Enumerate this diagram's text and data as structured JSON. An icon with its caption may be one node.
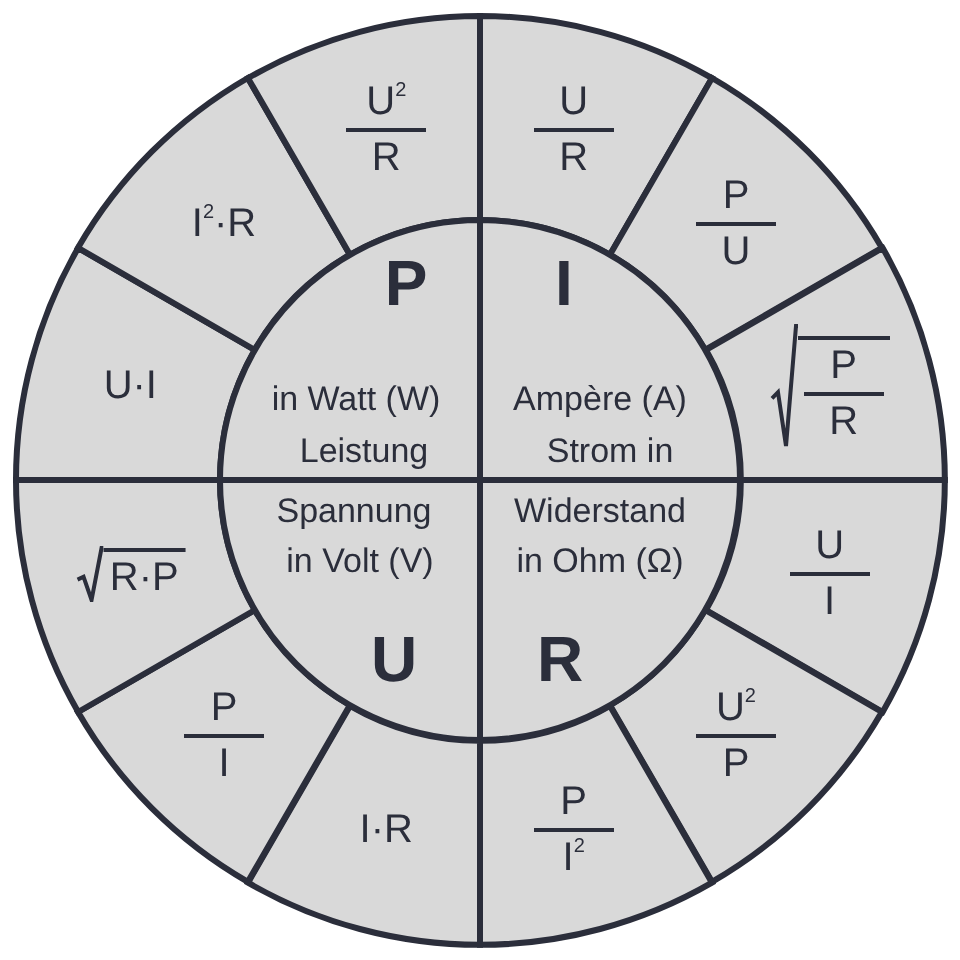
{
  "diagram": {
    "nodes": [
      {
        "text": [
          "U",
          "R"
        ]
      },
      {
        "text": [
          "P",
          "U"
        ]
      },
      {
        "text": [
          "P",
          "R"
        ]
      },
      {
        "text": [
          "U",
          "I"
        ]
      },
      {
        "text": [
          "U$^{2}$",
          "P"
        ]
      },
      {
        "text": [
          "P",
          "I$^{2}$"
        ]
      },
      {
        "text": [
          "I·R"
        ]
      },
      {
        "text": [
          "P",
          "I"
        ]
      },
      {
        "text": [
          "R·P"
        ]
      },
      {
        "text": [
          "U·I"
        ]
      },
      {
        "text": [
          "I$^{2}$·R"
        ]
      },
      {
        "text": [
          "U$^{2}$",
          "R"
        ]
      },
      {
        "text": [
          "P",
          "in Watt (W)",
          "Leistung"
        ]
      },
      {
        "text": [
          "I",
          "Ampère (A)",
          "Strom in"
        ]
      },
      {
        "text": [
          "Spannung",
          "in Volt (V)",
          "U"
        ]
      },
      {
        "text": [
          "Widerstand",
          "in Ohm (Ω)",
          "R"
        ]
      }
    ],
    "edges": []
  }
}
